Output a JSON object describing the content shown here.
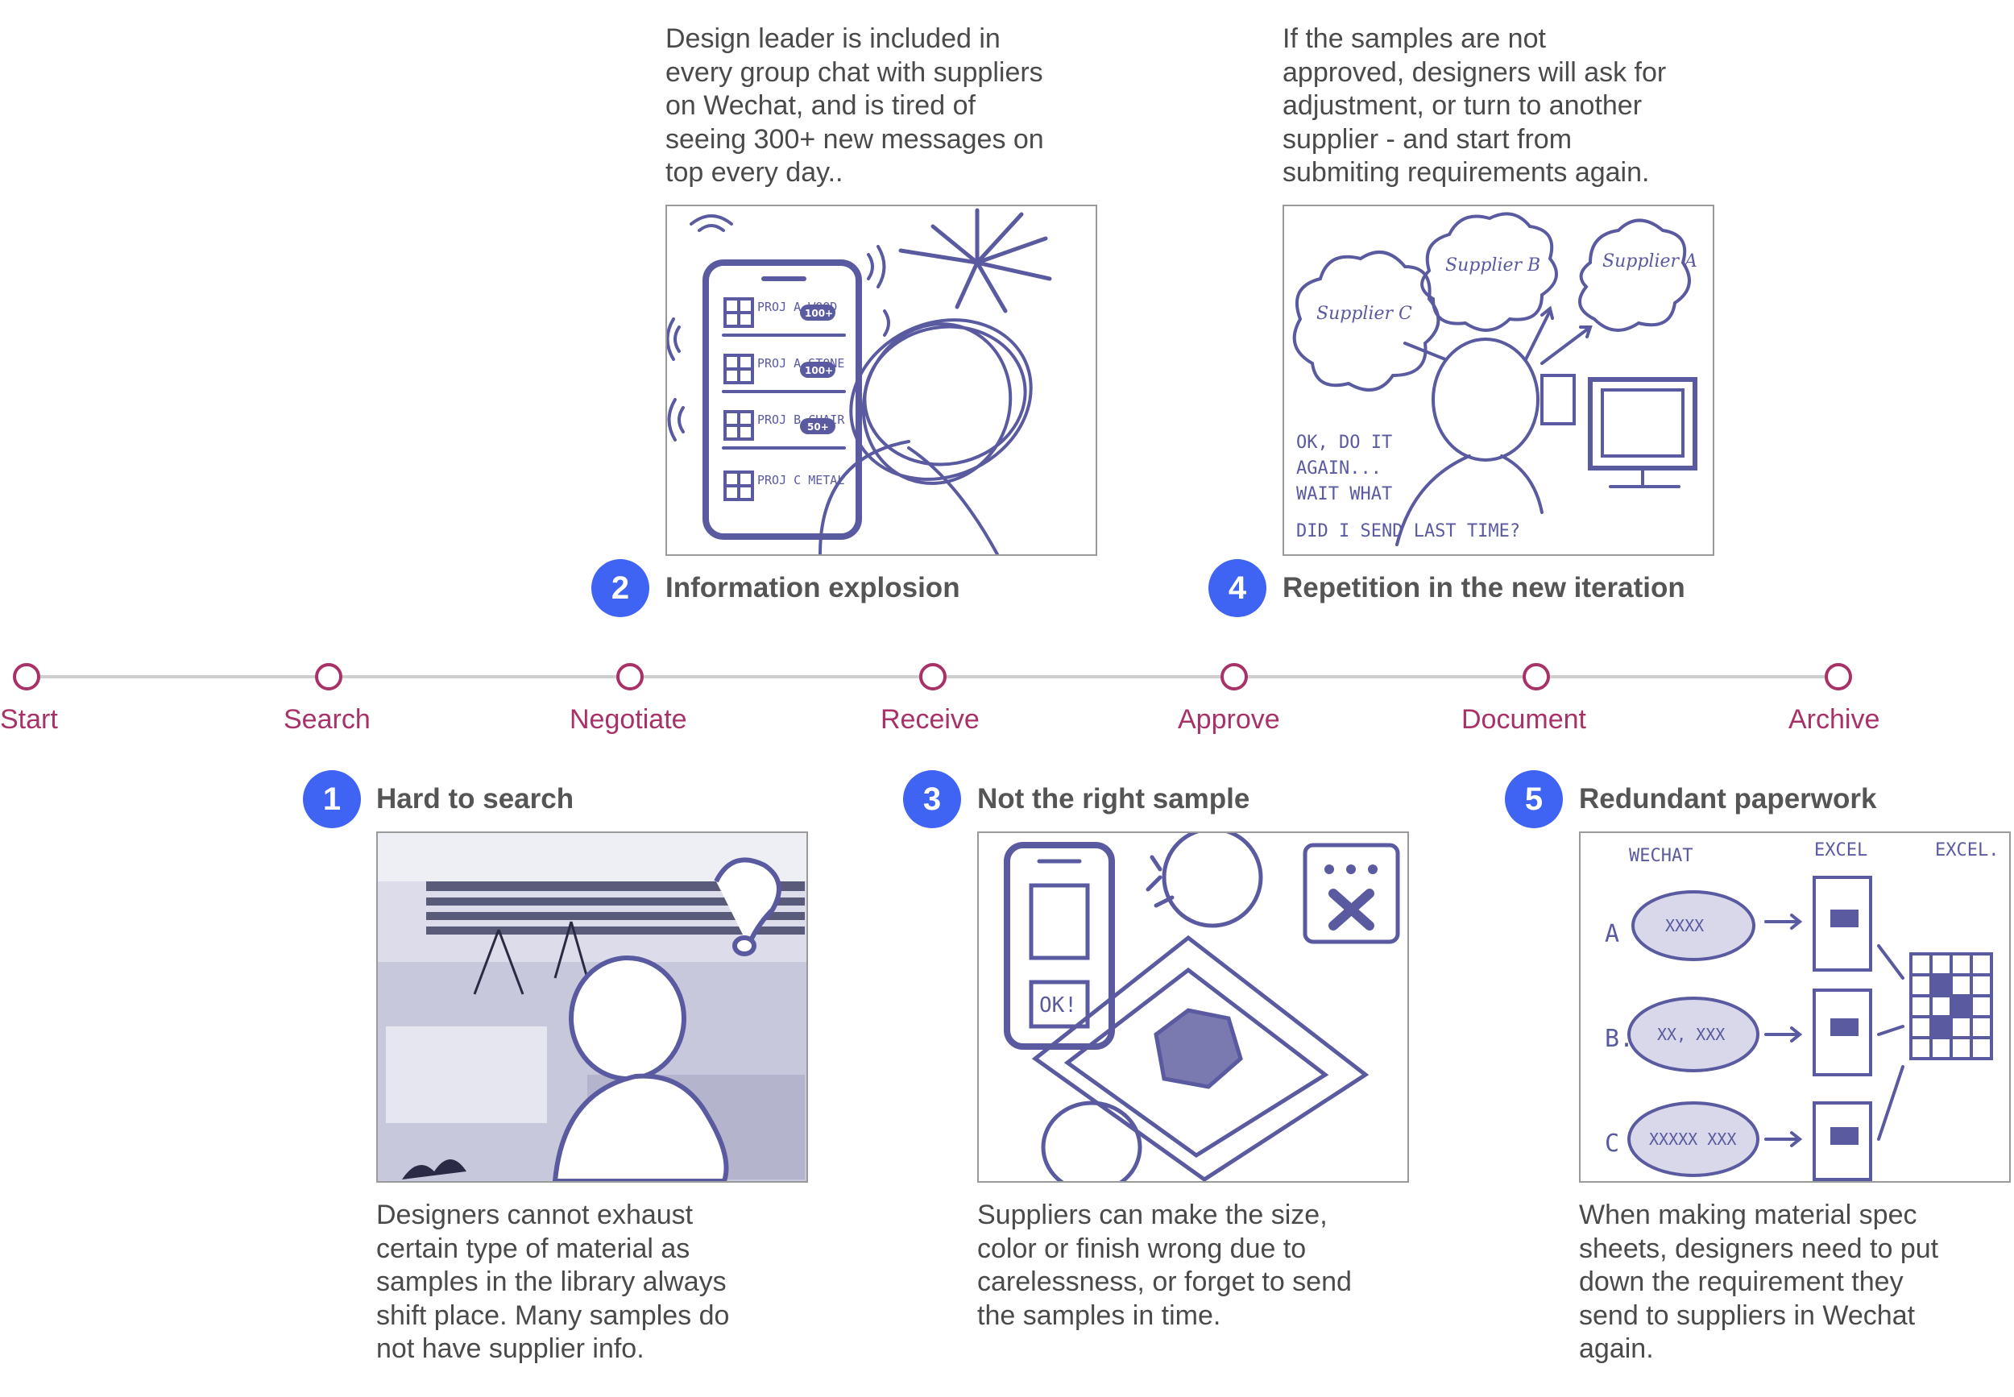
{
  "timeline": {
    "stages": [
      "Start",
      "Search",
      "Negotiate",
      "Receive",
      "Approve",
      "Document",
      "Archive"
    ]
  },
  "pain_points": [
    {
      "number": "1",
      "title": "Hard to search",
      "description": "Designers cannot exhaust\ncertain type of material as\nsamples in the library always\nshift place. Many samples do\nnot have supplier info."
    },
    {
      "number": "2",
      "title": "Information explosion",
      "description": "Design leader is included in\nevery group chat with suppliers\non Wechat, and is tired of\nseeing 300+ new messages on\ntop every day.."
    },
    {
      "number": "3",
      "title": "Not the right sample",
      "description": "Suppliers can make the size,\ncolor or finish wrong due to\ncarelessness, or forget to send\nthe samples in time."
    },
    {
      "number": "4",
      "title": "Repetition in the new iteration",
      "description": "If the samples are not\napproved, designers will ask for\nadjustment, or turn to another\nsupplier - and start from\nsubmiting requirements again."
    },
    {
      "number": "5",
      "title": "Redundant paperwork",
      "description": "When making material spec\nsheets, designers need to put\ndown the requirement they\nsend to suppliers in Wechat\nagain."
    }
  ],
  "sketch_text": {
    "phone_items": [
      {
        "label": "PROJ A WOOD",
        "count": "100+"
      },
      {
        "label": "PROJ A STONE",
        "count": "100+"
      },
      {
        "label": "PROJ B CHAIR",
        "count": "50+"
      },
      {
        "label": "PROJ C METAL",
        "count": ""
      }
    ],
    "suppliers": [
      "Supplier C",
      "Supplier B",
      "Supplier A"
    ],
    "thought": [
      "OK, DO IT",
      "AGAIN...",
      "WAIT WHAT",
      "DID I SEND LAST TIME?"
    ],
    "ok_button": "OK!",
    "paperwork_headers": [
      "WECHAT",
      "EXCEL",
      "EXCEL."
    ],
    "paperwork_rows": [
      {
        "letter": "A",
        "bubble": "XXXX"
      },
      {
        "letter": "B.",
        "bubble": "XX, XXX"
      },
      {
        "letter": "C",
        "bubble": "XXXXX XXX"
      }
    ]
  },
  "colors": {
    "badge": "#3f63f2",
    "timeline_accent": "#a83268",
    "sketch": "#5a5aa0"
  }
}
